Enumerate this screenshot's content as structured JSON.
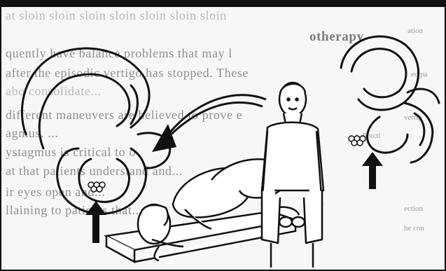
{
  "bleed_through": {
    "lines": [
      "at sloin sloin sloin sloin sloin sloin sloin",
      "quently have balance problems that may l",
      "after the episodic vertigo has stopped. These",
      "abo consolidate...",
      "different maneuvers are believed to prove e",
      "agmus. ...",
      "ystagmus is critical to o",
      "at that patients understand and...",
      "ir eyes open and...",
      "llaining to patients that..."
    ],
    "heading": "otherapy",
    "right_fragments": [
      "ation",
      "ed pa",
      "vertig",
      "n directi",
      "ection",
      "he con"
    ]
  }
}
